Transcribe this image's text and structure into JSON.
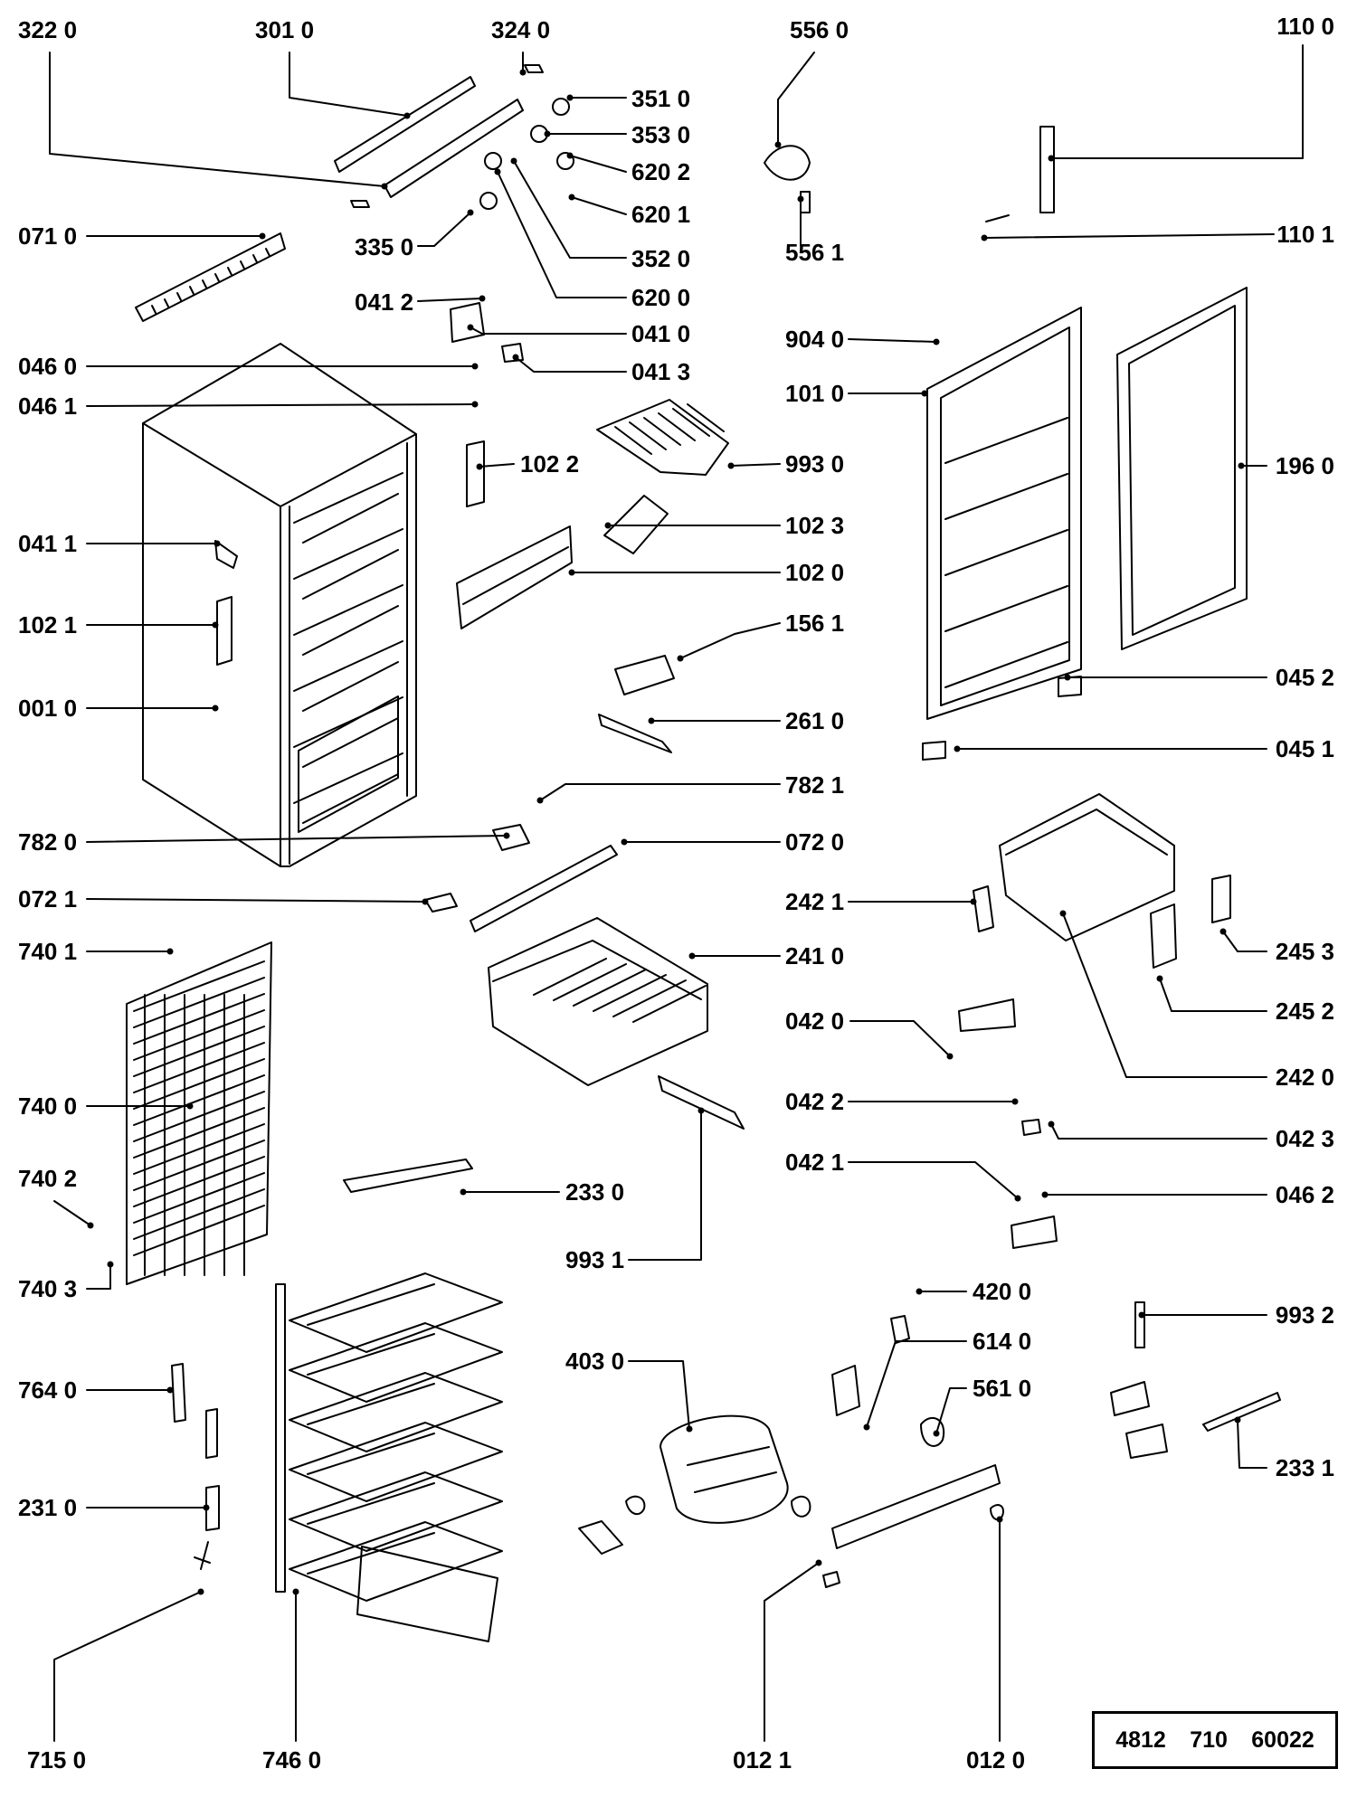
{
  "diagram": {
    "part_labels": [
      "322 0",
      "301 0",
      "324 0",
      "556 0",
      "110 0",
      "351 0",
      "353 0",
      "620 2",
      "620 1",
      "352 0",
      "620 0",
      "071 0",
      "335 0",
      "556 1",
      "110 1",
      "041 2",
      "041 0",
      "041 3",
      "904 0",
      "046 0",
      "046 1",
      "101 0",
      "993 0",
      "102 2",
      "196 0",
      "041 1",
      "102 3",
      "102 0",
      "102 1",
      "156 1",
      "001 0",
      "261 0",
      "045 2",
      "045 1",
      "782 1",
      "782 0",
      "072 0",
      "072 1",
      "242 1",
      "740 1",
      "241 0",
      "245 3",
      "245 2",
      "042 0",
      "740 0",
      "242 0",
      "042 2",
      "042 3",
      "740 2",
      "042 1",
      "233 0",
      "046 2",
      "993 1",
      "740 3",
      "420 0",
      "993 2",
      "403 0",
      "614 0",
      "764 0",
      "561 0",
      "233 1",
      "231 0",
      "715 0",
      "746 0",
      "012 1",
      "012 0"
    ]
  },
  "reference": {
    "part1": "4812",
    "part2": "710",
    "part3": "60022"
  }
}
